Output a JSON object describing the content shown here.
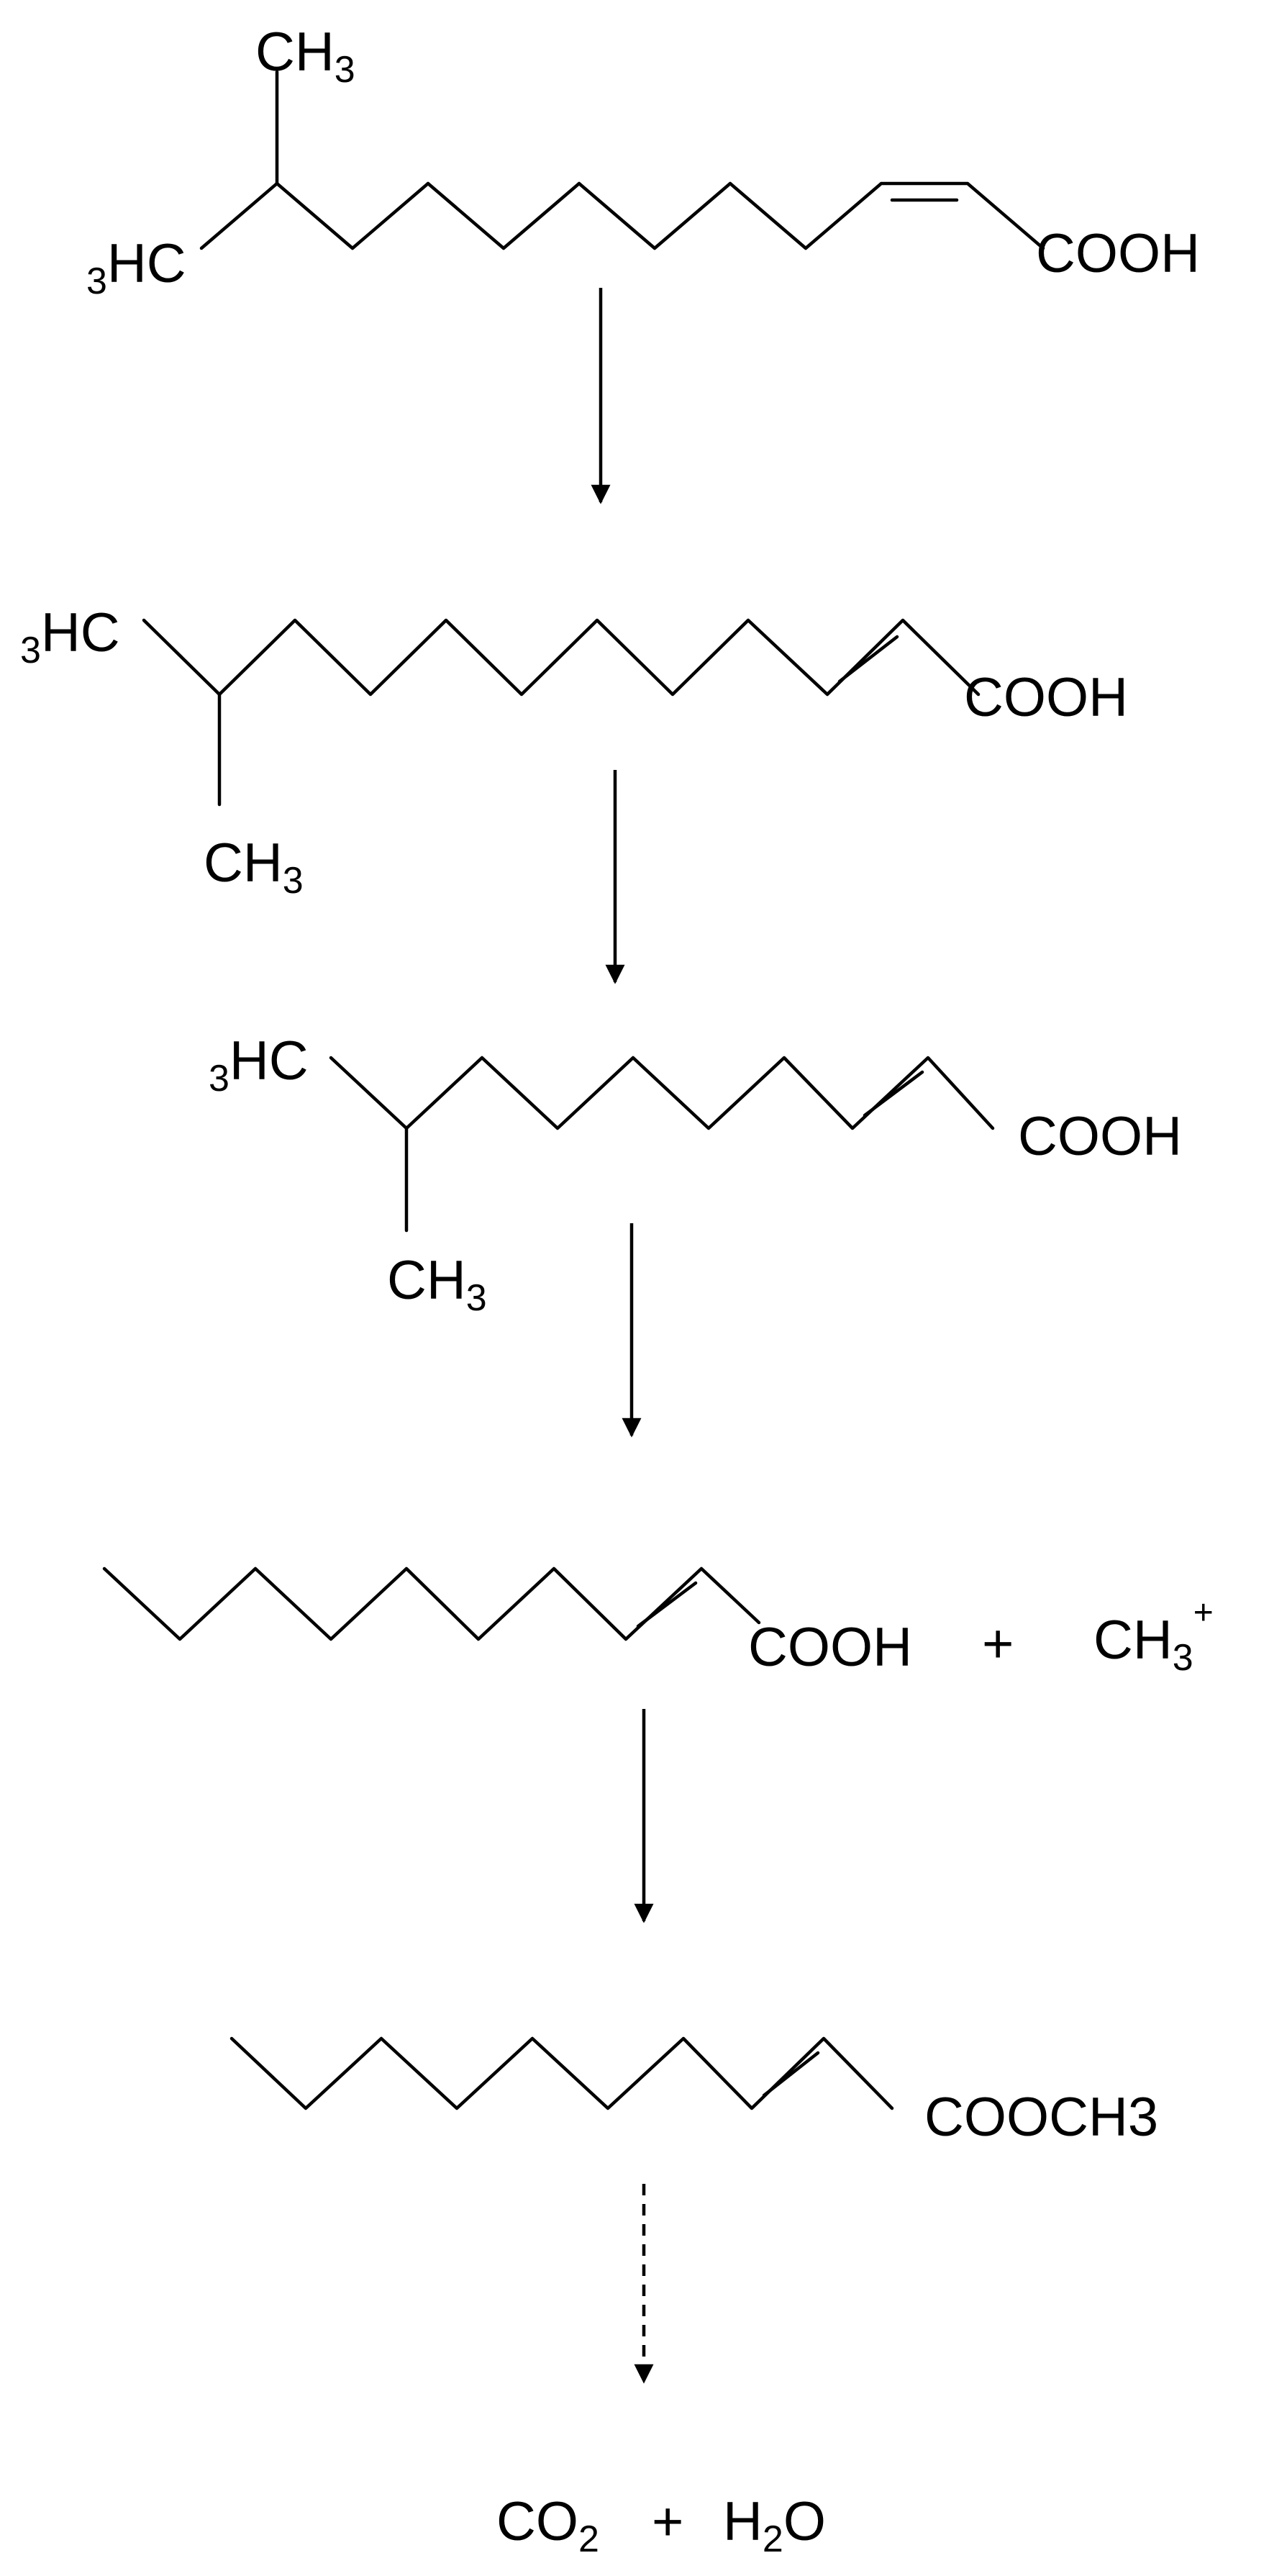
{
  "molecules": {
    "m1": {
      "branch_top": {
        "main": "CH",
        "sub": "3"
      },
      "branch_left": {
        "pre": "3",
        "main": "HC"
      },
      "acid": "COOH"
    },
    "m2": {
      "branch_left": {
        "pre": "3",
        "main": "HC"
      },
      "branch_bottom": {
        "main": "CH",
        "sub": "3"
      },
      "acid": "COOH"
    },
    "m3": {
      "branch_left": {
        "pre": "3",
        "main": "HC"
      },
      "branch_bottom": {
        "main": "CH",
        "sub": "3"
      },
      "acid": "COOH"
    },
    "m4": {
      "acid": "COOH",
      "plus": "+",
      "cation": {
        "main": "CH",
        "sub": "3",
        "sup": "+"
      }
    },
    "m5": {
      "ester": "COOCH3"
    },
    "m6": {
      "co2": {
        "main": "CO",
        "sub": "2"
      },
      "plus": "+",
      "h2o": {
        "pre": "H",
        "sub": "2",
        "post": "O"
      }
    }
  },
  "arrows": [
    {
      "style": "solid"
    },
    {
      "style": "solid"
    },
    {
      "style": "solid"
    },
    {
      "style": "solid"
    },
    {
      "style": "dashed"
    }
  ]
}
